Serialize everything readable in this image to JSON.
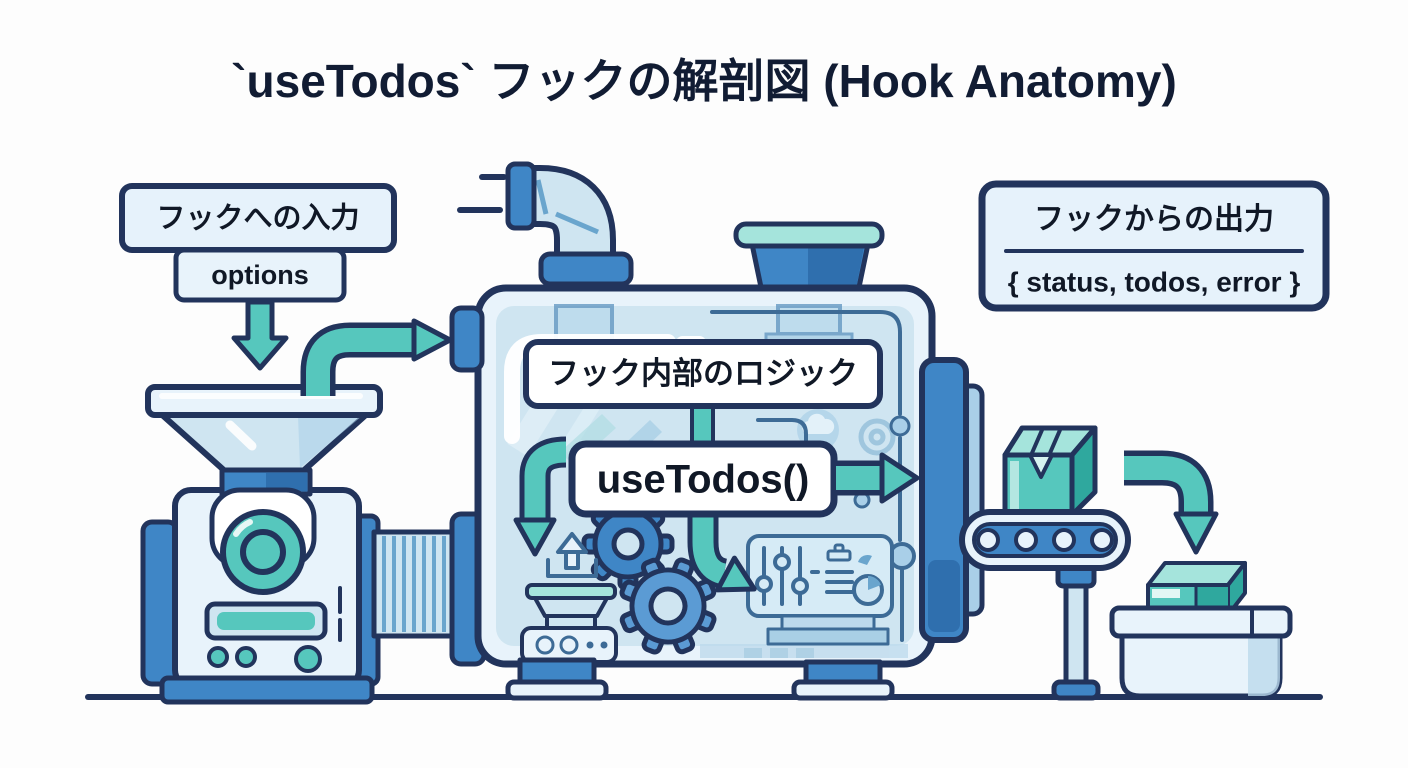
{
  "title": "`useTodos` フックの解剖図 (Hook Anatomy)",
  "input_callout": {
    "heading": "フックへの入力",
    "value": "options"
  },
  "machine": {
    "logic_label": "フック内部のロジック",
    "hook_label": "useTodos()"
  },
  "output_callout": {
    "heading": "フックからの出力",
    "value": "{ status, todos, error }"
  },
  "icons": {
    "gear": "⚙",
    "cloud": "☁",
    "upload_arrow": "⬆",
    "sliders": "🎚",
    "list": "☰",
    "pie_chart": "◔",
    "package_box": "📦",
    "funnel": "▽",
    "pipe": "⌐",
    "arrow": "➜"
  },
  "colors": {
    "outline": "#22345c",
    "title_text": "#111c33",
    "label_text": "#101826",
    "teal": "#56c7bd",
    "teal_dark": "#2fa89e",
    "teal_light": "#a5e4dc",
    "blue": "#3f86c6",
    "blue_dark": "#2f6fae",
    "blue_light": "#a9cfe8",
    "panel": "#cfe5f1",
    "panel_light": "#e8f3fb",
    "box_fill": "#e6f2fb",
    "white": "#ffffff",
    "background": "#fdfdfd",
    "interior_line": "#3d6b96",
    "deco": "#9cc6de"
  }
}
